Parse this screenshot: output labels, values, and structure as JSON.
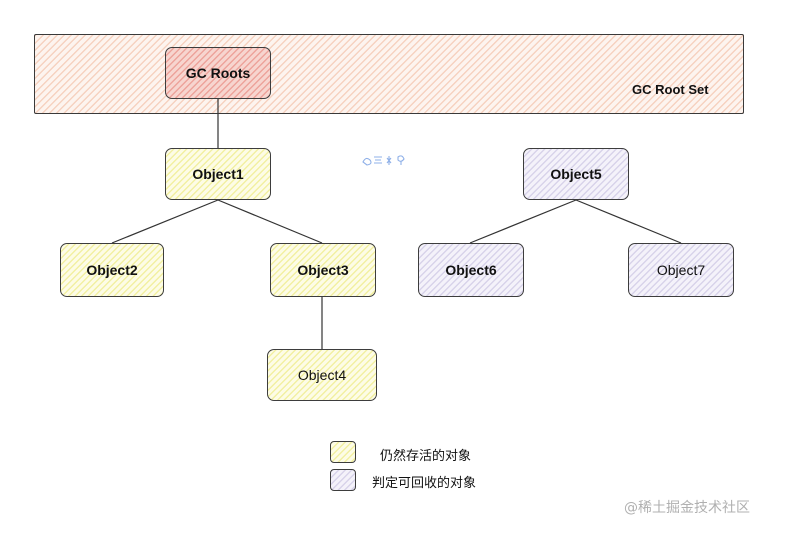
{
  "root_set_label": "GC Root Set",
  "nodes": {
    "gc_roots": "GC Roots",
    "object1": "Object1",
    "object2": "Object2",
    "object3": "Object3",
    "object4": "Object4",
    "object5": "Object5",
    "object6": "Object6",
    "object7": "Object7"
  },
  "legend": {
    "alive": "仍然存活的对象",
    "collectable": "判定可回收的对象"
  },
  "watermark": "@稀土掘金技术社区",
  "colors": {
    "root_fill": "#f7d5cf",
    "alive_fill": "#fdfce6",
    "collectable_fill": "#f4f2fa",
    "root_set_fill": "#fdf4ef"
  }
}
